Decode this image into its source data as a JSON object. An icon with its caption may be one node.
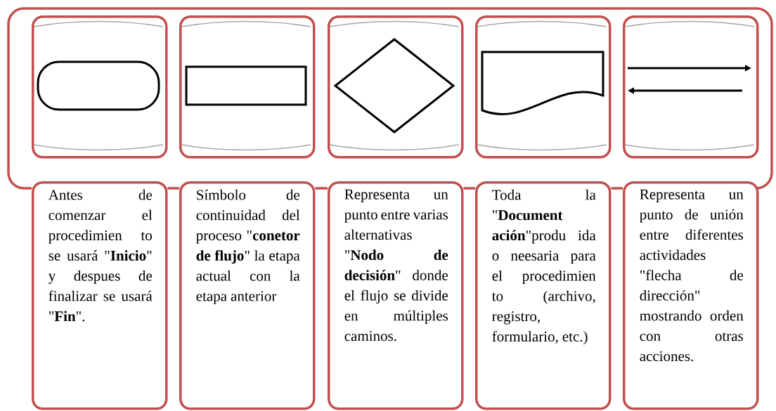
{
  "diagram": {
    "nodes": [
      {
        "text": [],
        "shape": "picture"
      },
      {
        "text": [],
        "shape": "picture"
      },
      {
        "text": [],
        "shape": "picture"
      },
      {
        "text": [],
        "shape": "picture"
      },
      {
        "text": [],
        "shape": "picture"
      },
      {
        "text": [
          "Antes de comenzar el procedimien to se usará \"**Inicio**\" y despues de finalizar se usará \"**Fin**\"."
        ]
      },
      {
        "text": [
          "Símbolo de continuidad del proceso \"**conetor de flujo**\" la etapa actual con la etapa anterior"
        ]
      },
      {
        "text": [
          "Representa un punto entre varias alternativas \"**Nodo de decisión**\" donde el flujo se divide en múltiples caminos."
        ]
      },
      {
        "text": [
          "Toda la \"**Document ación**\"produ ida o neesaria para el procedimien to (archivo, registro, formulario, etc.)"
        ]
      },
      {
        "text": [
          "Representa un punto de unión entre diferentes actividades \"flecha de dirección\" mostrando orden con otras acciones."
        ]
      }
    ],
    "edges": [
      {
        "from": 5,
        "to": 6,
        "arrow": "none"
      },
      {
        "from": 6,
        "to": 7,
        "arrow": "none"
      },
      {
        "from": 7,
        "to": 8,
        "arrow": "none"
      },
      {
        "from": 8,
        "to": 9,
        "arrow": "none"
      }
    ]
  }
}
